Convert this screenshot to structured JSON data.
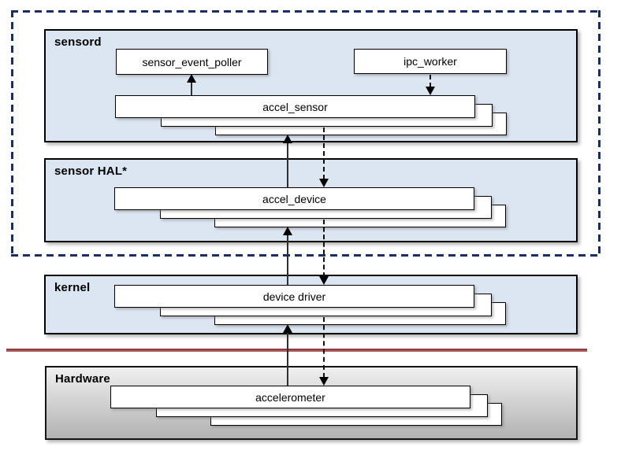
{
  "diagram": {
    "type": "software-architecture-stack",
    "layers": {
      "sensord": {
        "label": "sensord"
      },
      "sensor_hal": {
        "label": "sensor HAL*"
      },
      "kernel": {
        "label": "kernel"
      },
      "hardware": {
        "label": "Hardware"
      }
    },
    "components": {
      "sensor_event_poller": {
        "label": "sensor_event_poller",
        "layer": "sensord"
      },
      "ipc_worker": {
        "label": "ipc_worker",
        "layer": "sensord"
      },
      "accel_sensor": {
        "label": "accel_sensor",
        "layer": "sensord",
        "stacked_instances": 3
      },
      "accel_device": {
        "label": "accel_device",
        "layer": "sensor_hal",
        "stacked_instances": 3
      },
      "device_driver": {
        "label": "device driver",
        "layer": "kernel",
        "stacked_instances": 3
      },
      "accelerometer": {
        "label": "accelerometer",
        "layer": "hardware",
        "stacked_instances": 3
      }
    },
    "arrows": [
      {
        "from": "accel_sensor",
        "to": "sensor_event_poller",
        "style": "solid",
        "direction": "up"
      },
      {
        "from": "ipc_worker",
        "to": "accel_sensor",
        "style": "dashed",
        "direction": "down"
      },
      {
        "from": "accel_device",
        "to": "accel_sensor",
        "style": "solid",
        "direction": "up"
      },
      {
        "from": "accel_sensor",
        "to": "accel_device",
        "style": "dashed",
        "direction": "down"
      },
      {
        "from": "device_driver",
        "to": "accel_device",
        "style": "solid",
        "direction": "up"
      },
      {
        "from": "accel_device",
        "to": "device_driver",
        "style": "dashed",
        "direction": "down"
      },
      {
        "from": "accelerometer",
        "to": "device_driver",
        "style": "solid",
        "direction": "up"
      },
      {
        "from": "device_driver",
        "to": "accelerometer",
        "style": "dashed",
        "direction": "down"
      }
    ],
    "colors": {
      "panel_fill": "#dce6f2",
      "panel_border": "#000000",
      "boundary_dashed": "#1c2d62",
      "separator_line": "#8e3b3b",
      "box_fill": "#ffffff",
      "hardware_gradient_top": "#f0f0f0",
      "hardware_gradient_bottom": "#b2b2b2",
      "arrow": "#000000"
    }
  }
}
